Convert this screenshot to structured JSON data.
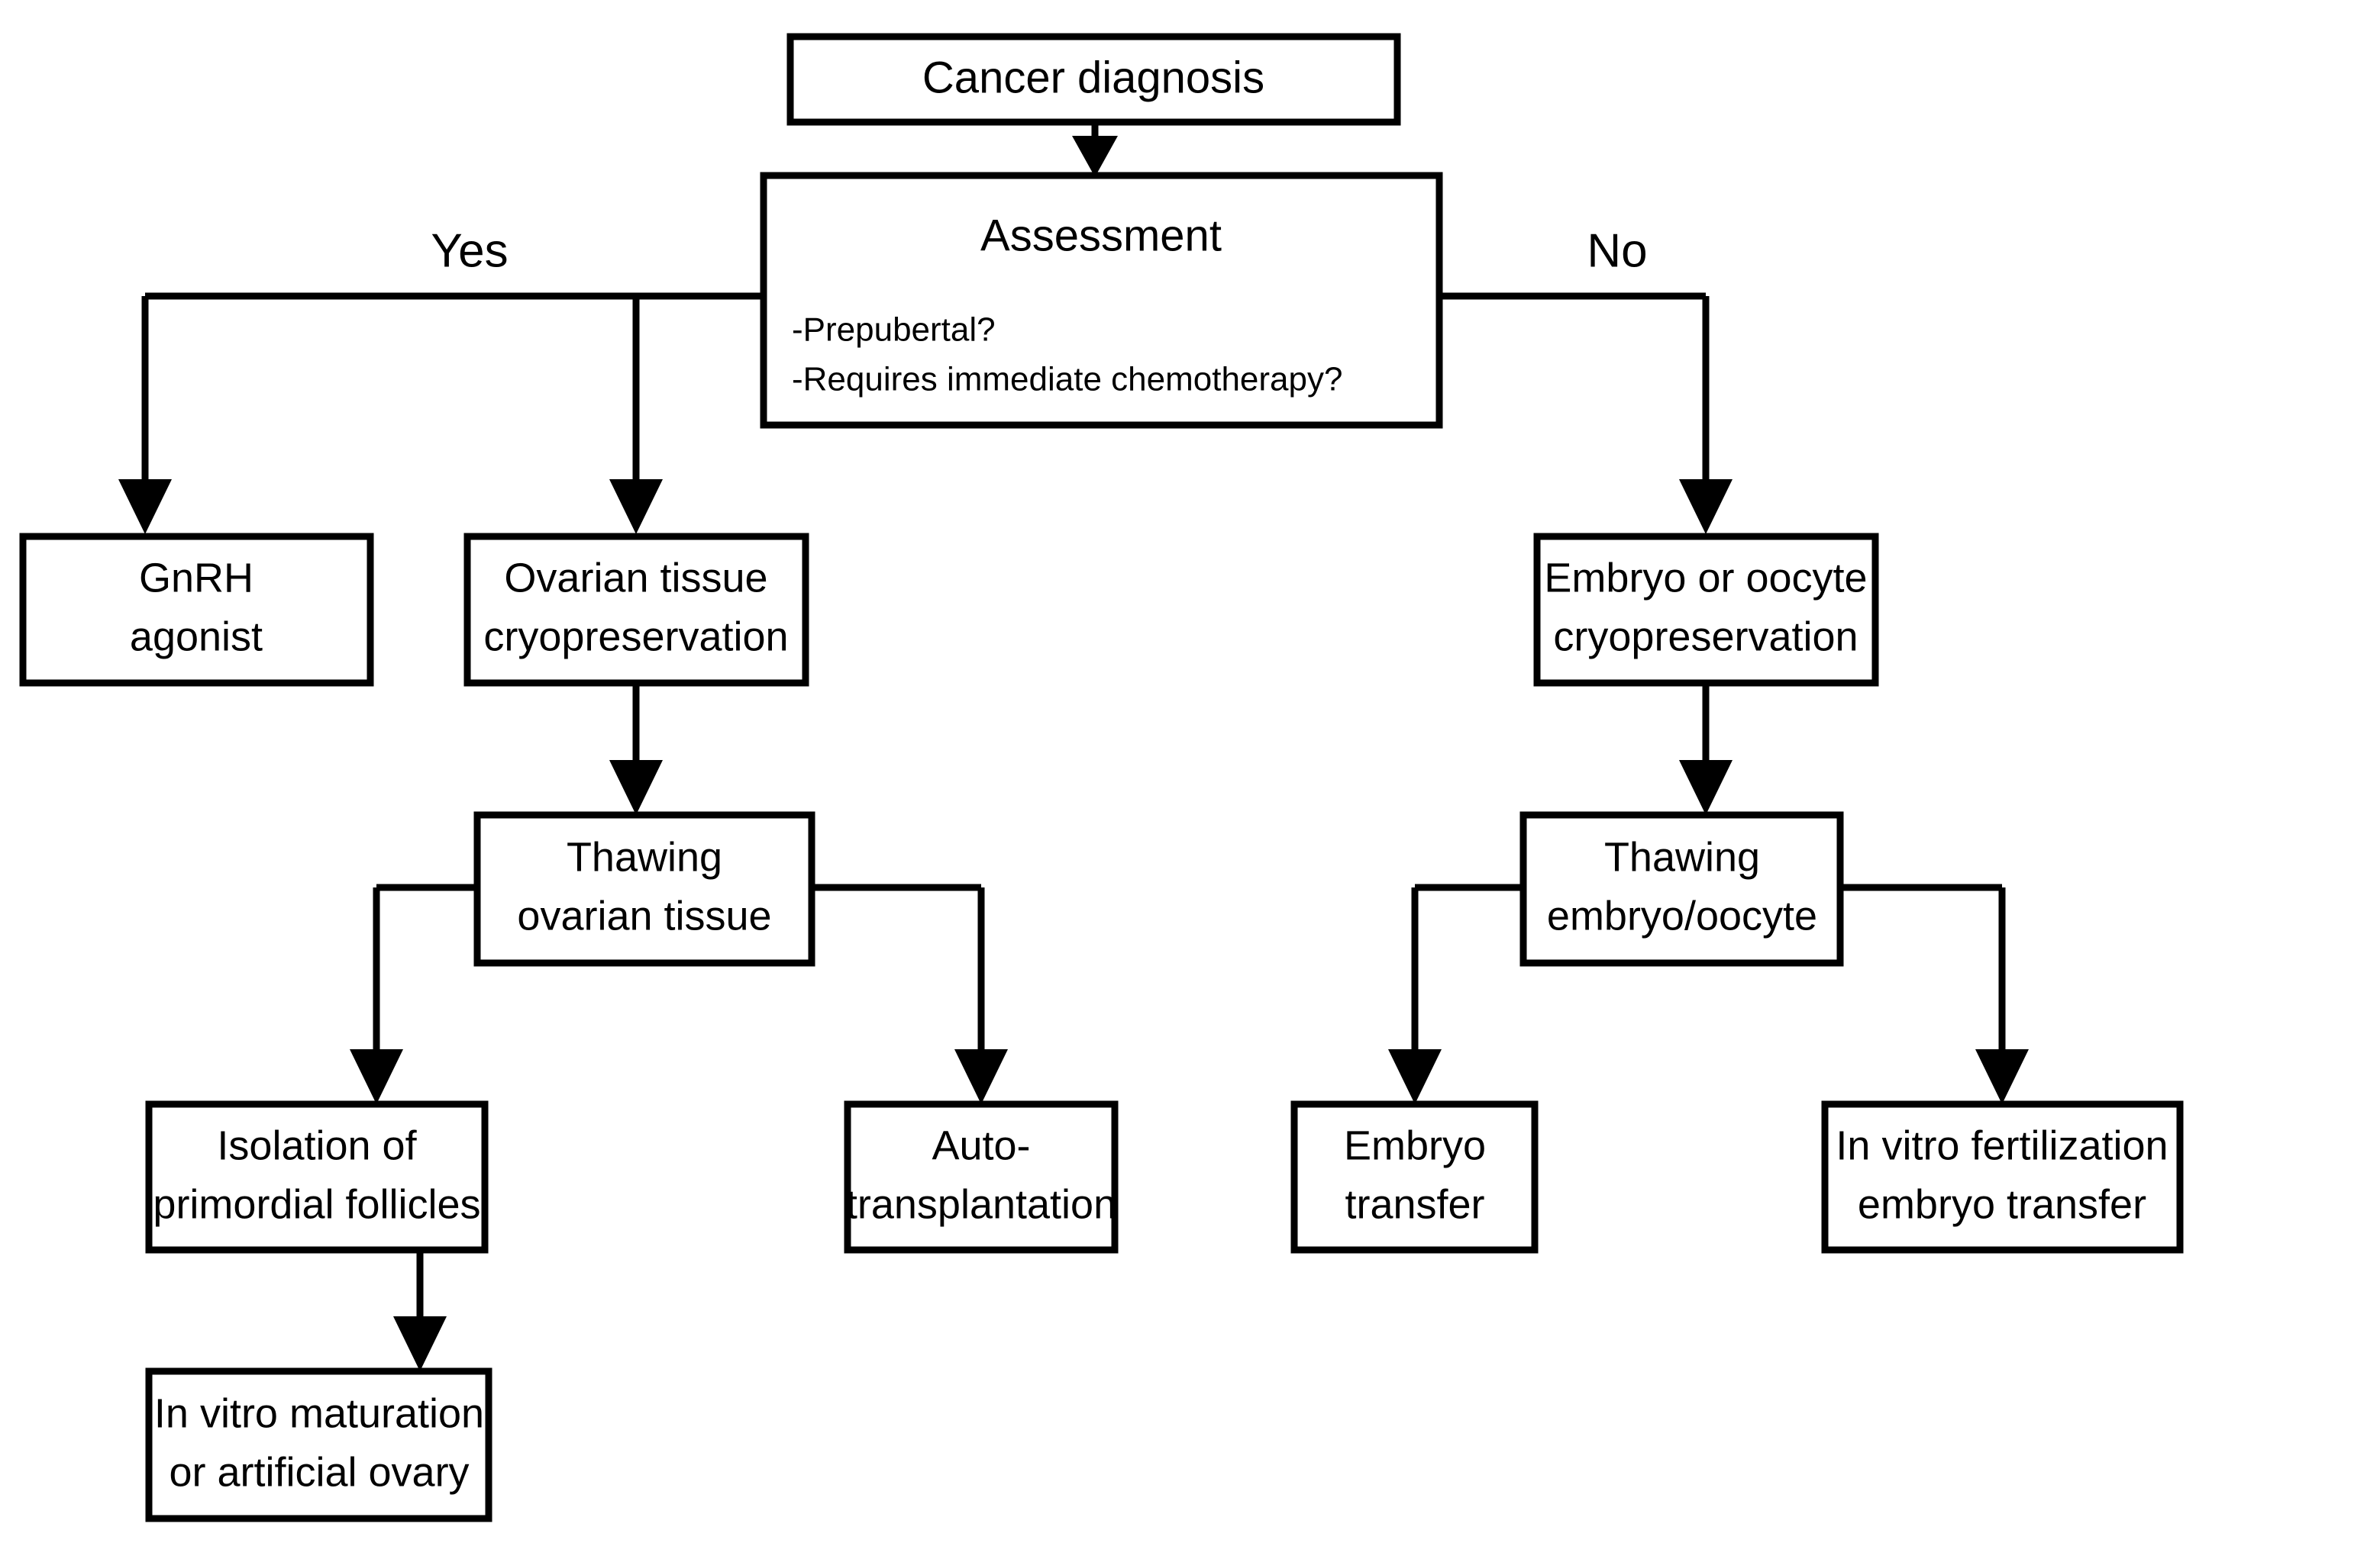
{
  "diagram": {
    "title": "Fertility preservation decision flowchart",
    "type": "flowchart",
    "colors": {
      "background": "#ffffff",
      "stroke": "#000000",
      "node_fill": "#ffffff",
      "text": "#000000"
    },
    "nodes": {
      "cancer_diagnosis": {
        "label": "Cancer diagnosis"
      },
      "assessment": {
        "title": "Assessment",
        "bullets": [
          "-Prepubertal?",
          "-Requires immediate chemotherapy?"
        ]
      },
      "gnrh_agonist": {
        "line1": "GnRH",
        "line2": "agonist"
      },
      "ovarian_tissue_cryo": {
        "line1": "Ovarian tissue",
        "line2": "cryopreservation"
      },
      "embryo_oocyte_cryo": {
        "line1": "Embryo or oocyte",
        "line2": "cryopreservation"
      },
      "thawing_ovarian_tissue": {
        "line1": "Thawing",
        "line2": "ovarian tissue"
      },
      "thawing_embryo_oocyte": {
        "line1": "Thawing",
        "line2": "embryo/oocyte"
      },
      "isolation_primordial_follicles": {
        "line1": "Isolation of",
        "line2": "primordial follicles"
      },
      "auto_transplantation": {
        "line1": "Auto-",
        "line2": "transplantation"
      },
      "embryo_transfer": {
        "line1": "Embryo",
        "line2": "transfer"
      },
      "ivf_embryo_transfer": {
        "line1": "In vitro fertilization",
        "line2": "embryo transfer"
      },
      "in_vitro_maturation": {
        "line1": "In vitro maturation",
        "line2": "or artificial ovary"
      }
    },
    "branch_labels": {
      "yes": "Yes",
      "no": "No"
    }
  }
}
